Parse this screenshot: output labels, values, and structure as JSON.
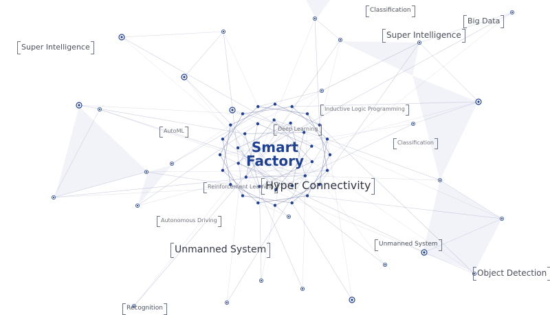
{
  "center": {
    "line1": "Smart",
    "line2": "Factory"
  },
  "tags": {
    "classification_top": "Classification",
    "big_data": "Big Data",
    "super_intel_right": "Super Intelligence",
    "super_intel_left": "Super Intelligence",
    "ilp": "Inductive Logic Programming",
    "deep_learning": "Deep Learning",
    "automl": "AutoML",
    "classification_mid": "Classification",
    "reinforcement": "Reinforcement Learning",
    "hyper": "Hyper Connectivity",
    "autonomous": "Autonomous Driving",
    "unmanned_left": "Unmanned System",
    "unmanned_right": "Unmanned System",
    "object_detection": "Object Detection",
    "recognition": "Recognition"
  },
  "colors": {
    "accent": "#1f3f8f",
    "node": "#1f3f8f",
    "line": "#8a93b8",
    "fill": "#dfe4f2"
  }
}
